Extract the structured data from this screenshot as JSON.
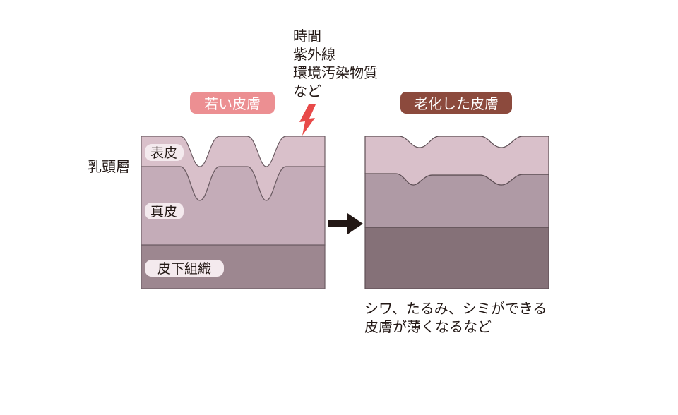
{
  "causes": [
    "時間",
    "紫外線",
    "環境汚染物質",
    "など"
  ],
  "young_skin": {
    "title": "若い皮膚",
    "layers": {
      "epidermis": "表皮",
      "dermis": "真皮",
      "subcutaneous": "皮下組織"
    },
    "papillary_layer": "乳頭層"
  },
  "aged_skin": {
    "title": "老化した皮膚"
  },
  "result": [
    "シワ、たるみ、シミができる",
    "皮膚が薄くなるなど"
  ],
  "colors": {
    "epidermis": "#d9c0ca",
    "dermis": "#c4acb8",
    "subcutaneous": "#9d8790",
    "aged_dermis": "#af9aa5",
    "aged_subcutaneous": "#857178",
    "young_pill": "#ec8f92",
    "aged_pill": "#8c4a3d",
    "lightning": "#e84a49",
    "arrow": "#231815"
  },
  "icons": [
    "lightning-icon",
    "arrow-right-icon"
  ]
}
